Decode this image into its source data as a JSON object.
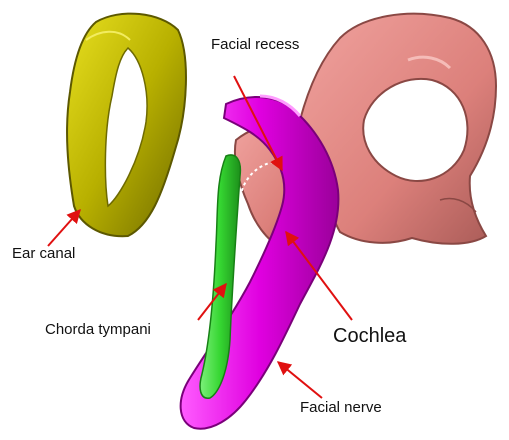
{
  "labels": {
    "facial_recess": "Facial recess",
    "ear_canal": "Ear canal",
    "chorda_tympani": "Chorda tympani",
    "cochlea": "Cochlea",
    "facial_nerve": "Facial nerve"
  },
  "colors": {
    "ear_canal": "#c8c000",
    "ossicles": "#e38a86",
    "facial_nerve": "#e000e0",
    "chorda_tympani": "#35d631",
    "arrows": "#e01010",
    "cochlea_circle": "#ffffff"
  }
}
